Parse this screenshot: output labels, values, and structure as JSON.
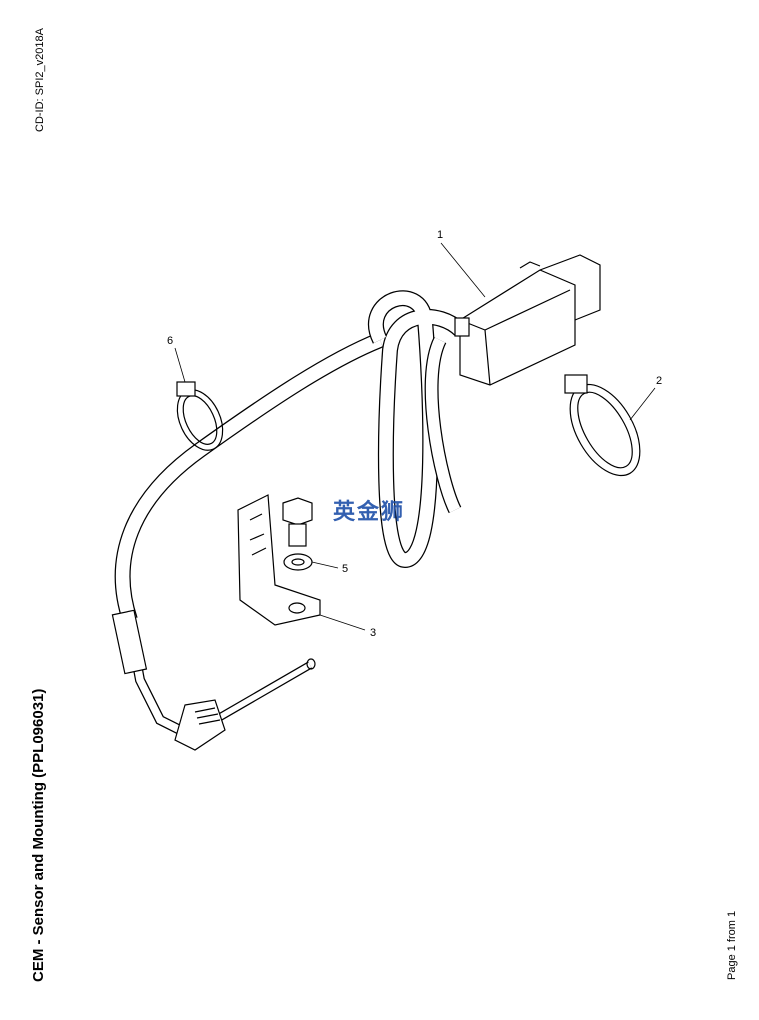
{
  "header": {
    "cd_id": "CD-ID: SPI2_v2018A"
  },
  "document": {
    "title": "CEM - Sensor and Mounting (PPL096031)",
    "page_label": "Page 1 from 1"
  },
  "callouts": [
    "1",
    "2",
    "3",
    "5",
    "6"
  ],
  "watermark": "英金狮"
}
